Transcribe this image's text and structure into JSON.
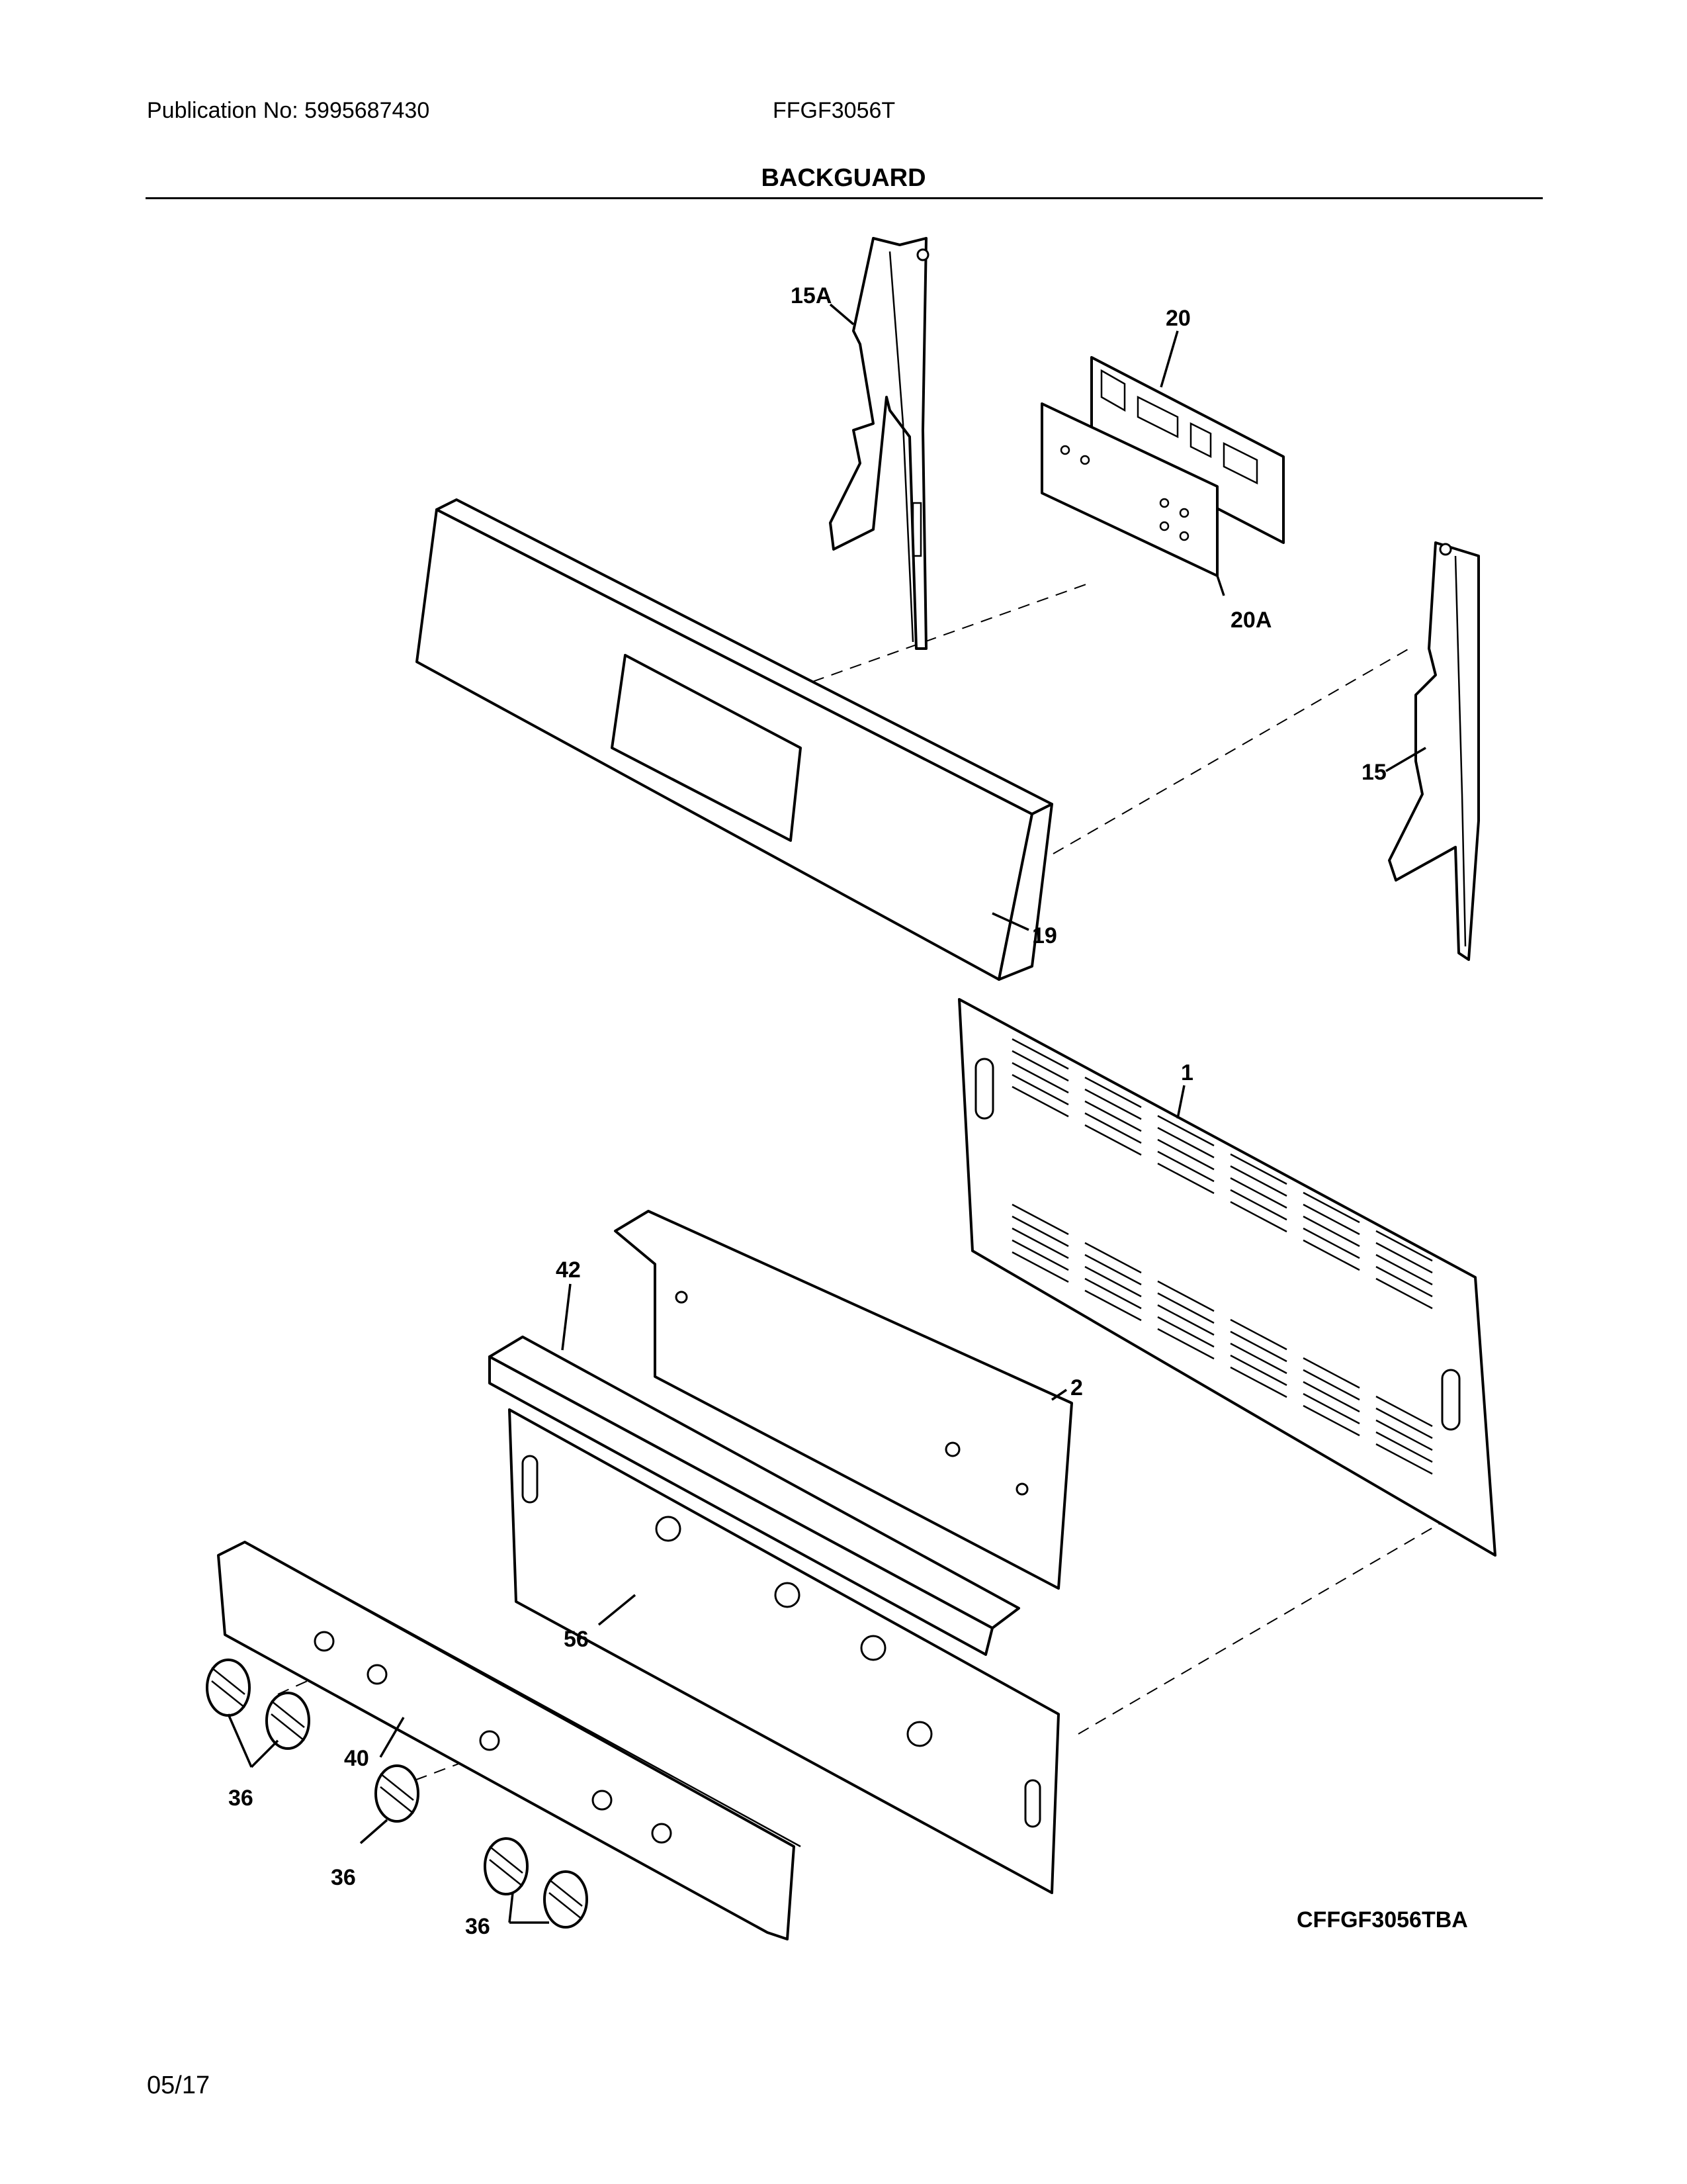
{
  "header": {
    "publication": "Publication No: 5995687430",
    "model": "FFGF3056T",
    "title": "BACKGUARD"
  },
  "diagram": {
    "drawing_id": "CFFGF3056TBA",
    "parts": [
      {
        "key": "p15a",
        "label": "15A"
      },
      {
        "key": "p20",
        "label": "20"
      },
      {
        "key": "p20a",
        "label": "20A"
      },
      {
        "key": "p15",
        "label": "15"
      },
      {
        "key": "p19",
        "label": "19"
      },
      {
        "key": "p1",
        "label": "1"
      },
      {
        "key": "p42",
        "label": "42"
      },
      {
        "key": "p2",
        "label": "2"
      },
      {
        "key": "p56",
        "label": "56"
      },
      {
        "key": "p40",
        "label": "40"
      },
      {
        "key": "p36a",
        "label": "36"
      },
      {
        "key": "p36b",
        "label": "36"
      },
      {
        "key": "p36c",
        "label": "36"
      }
    ]
  },
  "footer": {
    "date": "05/17"
  }
}
